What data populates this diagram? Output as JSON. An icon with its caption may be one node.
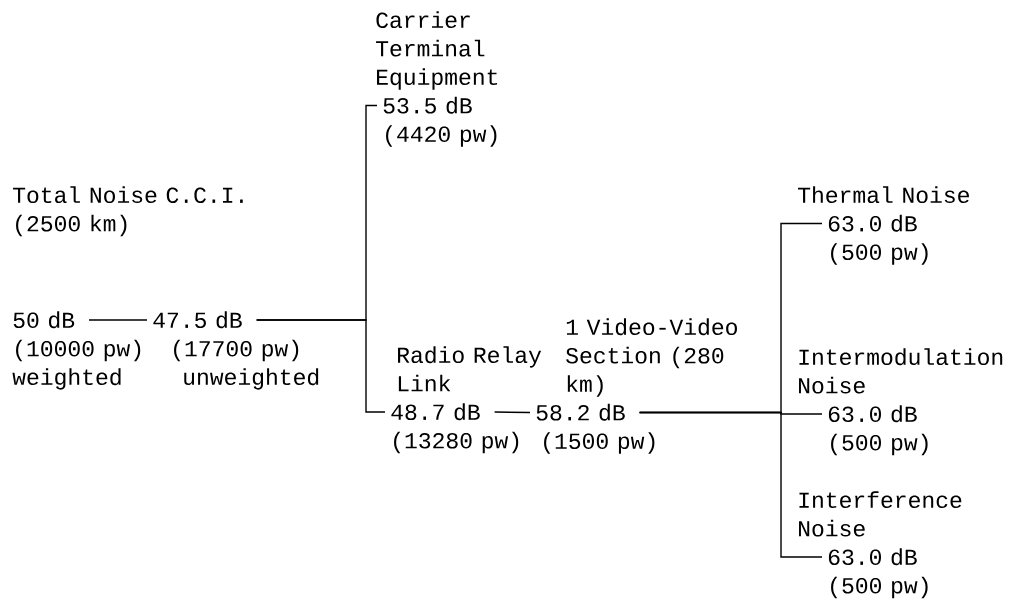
{
  "diagram": {
    "nodes": [
      {
        "text": [
          "50 dB",
          "(10000 pw)",
          "weighted"
        ]
      },
      {
        "text": [
          "47.5 dB",
          "(17700 pw)",
          "unweighted"
        ]
      },
      {
        "text": [
          "Carrier Terminal Equipment",
          "53.5 dB",
          "(4420 pw)"
        ]
      },
      {
        "text": [
          "Radio Relay Link",
          "48.7 dB",
          "(13280 pw)"
        ]
      },
      {
        "text": [
          "1 Video-Video Section (280 km)",
          "58.2 dB",
          "(1500 pw)"
        ]
      },
      {
        "text": [
          "Thermal Noise",
          "63.0 dB",
          "(500 pw)"
        ]
      },
      {
        "text": [
          "Intermodulation Noise",
          "63.0 dB",
          "(500 pw)"
        ]
      },
      {
        "text": [
          "Interference Noise",
          "63.0 dB",
          "(500 pw)"
        ]
      }
    ],
    "edges": [
      {
        "from": 0,
        "to": 1,
        "arrow": "none"
      },
      {
        "from": 1,
        "to": 2,
        "arrow": "none"
      },
      {
        "from": 1,
        "to": 3,
        "arrow": "none"
      },
      {
        "from": 3,
        "to": 4,
        "arrow": "none"
      },
      {
        "from": 4,
        "to": 5,
        "arrow": "none"
      },
      {
        "from": 4,
        "to": 6,
        "arrow": "none"
      },
      {
        "from": 4,
        "to": 7,
        "arrow": "none"
      }
    ],
    "labels": [
      "Total Noise C.C.I. (2500 km)"
    ]
  }
}
